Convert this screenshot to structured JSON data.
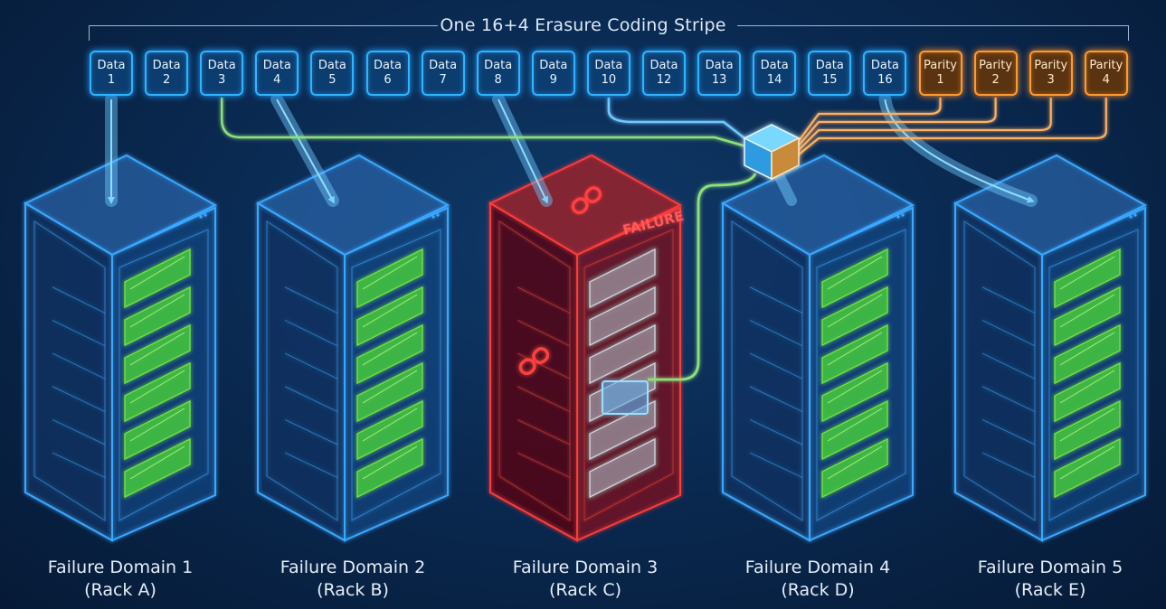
{
  "stripe": {
    "title": "One 16+4 Erasure Coding Stripe",
    "chunks": [
      {
        "kind": "data",
        "l1": "Data",
        "l2": "1"
      },
      {
        "kind": "data",
        "l1": "Data",
        "l2": "2"
      },
      {
        "kind": "data",
        "l1": "Data",
        "l2": "3"
      },
      {
        "kind": "data",
        "l1": "Data",
        "l2": "4"
      },
      {
        "kind": "data",
        "l1": "Data",
        "l2": "5"
      },
      {
        "kind": "data",
        "l1": "Data",
        "l2": "6"
      },
      {
        "kind": "data",
        "l1": "Data",
        "l2": "7"
      },
      {
        "kind": "data",
        "l1": "Data",
        "l2": "8"
      },
      {
        "kind": "data",
        "l1": "Data",
        "l2": "9"
      },
      {
        "kind": "data",
        "l1": "Data",
        "l2": "10"
      },
      {
        "kind": "data",
        "l1": "Data",
        "l2": "12"
      },
      {
        "kind": "data",
        "l1": "Data",
        "l2": "13"
      },
      {
        "kind": "data",
        "l1": "Data",
        "l2": "14"
      },
      {
        "kind": "data",
        "l1": "Data",
        "l2": "15"
      },
      {
        "kind": "data",
        "l1": "Data",
        "l2": "16"
      },
      {
        "kind": "parity",
        "l1": "Parity",
        "l2": "1"
      },
      {
        "kind": "parity",
        "l1": "Parity",
        "l2": "2"
      },
      {
        "kind": "parity",
        "l1": "Parity",
        "l2": "3"
      },
      {
        "kind": "parity",
        "l1": "Parity",
        "l2": "4"
      }
    ]
  },
  "racks": [
    {
      "line1": "Failure Domain 1",
      "line2": "(Rack A)",
      "state": "healthy"
    },
    {
      "line1": "Failure Domain 2",
      "line2": "(Rack B)",
      "state": "healthy"
    },
    {
      "line1": "Failure Domain 3",
      "line2": "(Rack C)",
      "state": "failed"
    },
    {
      "line1": "Failure Domain 4",
      "line2": "(Rack D)",
      "state": "healthy"
    },
    {
      "line1": "Failure Domain 5",
      "line2": "(Rack E)",
      "state": "healthy"
    }
  ],
  "failure_label": "FAILURE",
  "colors": {
    "data_chunk": "#2fb3ff",
    "parity_chunk": "#ff9a2e",
    "healthy_rack": "#3aa8ff",
    "failed_rack": "#ff3b3b",
    "drive_active": "#6fe03a",
    "rebuild_path": "#8fe07a",
    "parity_path": "#ffb060",
    "background": "#0a2a52"
  },
  "icons": [
    "broken-chain-icon",
    "reconstruction-cube-icon",
    "replacement-drive-icon"
  ]
}
